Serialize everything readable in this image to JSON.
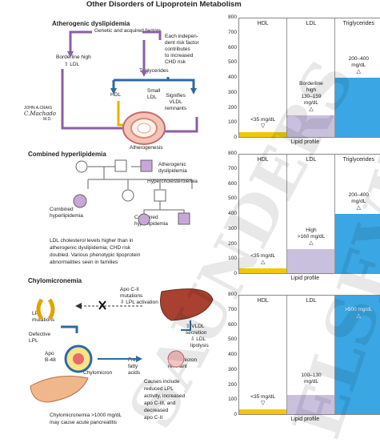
{
  "page_title": "Other Disorders of Lipoprotein Metabolism",
  "left": {
    "section1": {
      "heading": "Atherogenic dyslipidemia",
      "factors": "Genetic and acquired factors",
      "borderline": "Borderline high",
      "ldl_up": "LDL",
      "indep": [
        "Each indepen-",
        "dent risk factor",
        "contributes",
        "to increased",
        "CHD risk"
      ],
      "trig": "Triglycerides",
      "hdl": "HDL",
      "small_ldl": [
        "Small",
        "LDL"
      ],
      "signifies": [
        "Signifies",
        "VLDL",
        "remnants"
      ],
      "athero": "Atherogenesis",
      "signature_text": [
        "JOHN A.CRAIG",
        "C.Machado",
        "M.D."
      ]
    },
    "section2": {
      "heading": "Combined hyperlipidemia",
      "atherogenic": [
        "Atherogenic",
        "dyslipidemia"
      ],
      "hyperchol": "Hypercholesterolemia",
      "combined": [
        "Combined",
        "hyperlipidemia"
      ],
      "combined2": [
        "Combined",
        "hyperlipidemia"
      ],
      "note": [
        "LDL cholesterol levels higher than in",
        "atherogenic dyslipidemia; CHD risk",
        "doubled. Various phenotypic lipoprotein",
        "abnormalities seen in families"
      ]
    },
    "section3": {
      "heading": "Chylomicronemia",
      "apo_c2": [
        "Apo C-II",
        "mutations",
        "LPL activation"
      ],
      "lpl_mut": [
        "LPL",
        "mutations"
      ],
      "defective": [
        "Defective",
        "LPL"
      ],
      "vldl": [
        "VLDL",
        "secretion"
      ],
      "ldl_lip": [
        "LDL",
        "lipolysis"
      ],
      "apo_b48": [
        "Apo",
        "B-48"
      ],
      "chylomicron": "Chylomicron",
      "fatty": [
        "Free",
        "fatty",
        "acids"
      ],
      "remnant": [
        "Chylomicron",
        "remnant"
      ],
      "causes": [
        "Causes include",
        "reduced LPL",
        "activity, increased",
        "apo C-III, and",
        "decreased",
        "apo C-II"
      ],
      "pancreas": [
        "Chylomicronemia >1000 mg/dL",
        "may cause acute pancreatitis"
      ]
    }
  },
  "charts": [
    {
      "type": "bar",
      "title": "Lipid profile",
      "ylim": [
        0,
        800
      ],
      "ticks": [
        "800",
        "700",
        "600",
        "500",
        "400",
        "300",
        "200",
        "100",
        "0"
      ],
      "columns": [
        "HDL",
        "LDL",
        "Triglycerides"
      ],
      "values": [
        35,
        145,
        400
      ],
      "labels": [
        [
          "<35 mg/dL"
        ],
        [
          "Borderline",
          "high",
          "130–159",
          "mg/dL"
        ],
        [
          "200–400",
          "mg/dL"
        ]
      ],
      "arrows": [
        "▽",
        "△",
        "△"
      ],
      "colors": [
        "#f2c700",
        "#c9c0de",
        "#3aa6e3"
      ]
    },
    {
      "type": "bar",
      "title": "Lipid profile",
      "ylim": [
        0,
        800
      ],
      "ticks": [
        "800",
        "700",
        "600",
        "500",
        "400",
        "300",
        "200",
        "100",
        "0"
      ],
      "columns": [
        "HDL",
        "LDL",
        "Triglycerides"
      ],
      "values": [
        35,
        160,
        400
      ],
      "labels": [
        [
          "<35 mg/dL"
        ],
        [
          "High",
          ">160 mg/dL"
        ],
        [
          "200–400",
          "mg/dL"
        ]
      ],
      "arrows": [
        "△",
        "△",
        "△"
      ],
      "colors": [
        "#f2c700",
        "#c9c0de",
        "#3aa6e3"
      ]
    },
    {
      "type": "bar",
      "title": "Lipid profile",
      "ylim": [
        0,
        800
      ],
      "ticks": [
        "800",
        "700",
        "600",
        "500",
        "400",
        "300",
        "200",
        "100",
        "0"
      ],
      "columns": [
        "HDL",
        "LDL",
        "Triglycerides"
      ],
      "values": [
        35,
        130,
        800
      ],
      "labels": [
        [
          "<35 mg/dL"
        ],
        [
          "100–130",
          "mg/dL"
        ],
        [
          ">500 mg/dL"
        ]
      ],
      "arrows": [
        "▽",
        "",
        "△"
      ],
      "colors": [
        "#f2c700",
        "#c9c0de",
        "#3aa6e3"
      ]
    }
  ],
  "watermark": [
    "SAUNDERS",
    "ELSEVIER"
  ]
}
